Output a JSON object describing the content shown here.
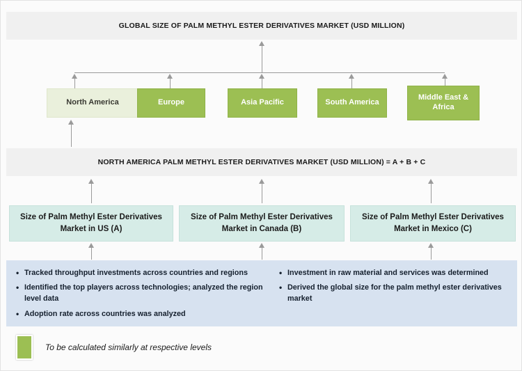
{
  "diagram": {
    "global_banner": "GLOBAL SIZE OF PALM METHYL ESTER DERIVATIVES MARKET (USD MILLION)",
    "na_banner": "NORTH AMERICA PALM METHYL ESTER DERIVATIVES MARKET (USD MILLION) = A + B + C",
    "regions": [
      {
        "label": "North America",
        "style": "pale"
      },
      {
        "label": "Europe",
        "style": "green"
      },
      {
        "label": "Asia Pacific",
        "style": "green"
      },
      {
        "label": "South America",
        "style": "green"
      },
      {
        "label": "Middle East & Africa",
        "style": "green"
      }
    ],
    "countries": [
      {
        "label": "Size of Palm Methyl Ester Derivatives Market in US (A)"
      },
      {
        "label": "Size of Palm Methyl Ester Derivatives Market in Canada (B)"
      },
      {
        "label": "Size of Palm Methyl Ester Derivatives Market in Mexico (C)"
      }
    ],
    "notes_left": [
      "Tracked throughput investments across countries and regions",
      "Identified the top players across technologies; analyzed  the region level data",
      "Adoption rate across countries was analyzed"
    ],
    "notes_right": [
      "Investment in raw material and services was determined",
      "Derived the global size for the palm methyl ester derivatives market"
    ],
    "legend": {
      "text": "To be calculated similarly at respective levels",
      "swatch_color": "#9cbf53"
    },
    "colors": {
      "green": "#9cbf53",
      "pale_green": "#eaf0dc",
      "teal": "#d6ece7",
      "blue_panel": "#d7e2f0",
      "banner_grey": "#f0f0f0",
      "connector": "#9a9a9a"
    }
  }
}
